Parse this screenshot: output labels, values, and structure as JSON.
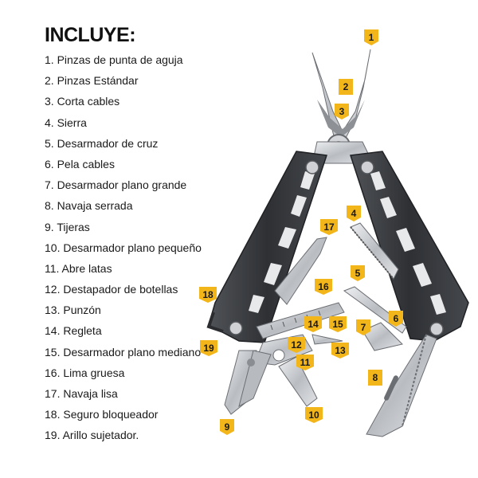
{
  "heading": "INCLUYE:",
  "items": [
    "1. Pinzas de punta de aguja",
    "2. Pinzas Estándar",
    "3. Corta cables",
    "4. Sierra",
    "5. Desarmador de cruz",
    "6. Pela cables",
    "7. Desarmador plano grande",
    "8. Navaja serrada",
    "9. Tijeras",
    "10. Desarmador plano pequeño",
    "11. Abre latas",
    "12. Destapador de botellas",
    "13. Punzón",
    "14. Regleta",
    "15. Desarmador plano mediano",
    "16. Lima gruesa",
    "17. Navaja lisa",
    "18. Seguro bloqueador",
    "19. Arillo sujetador."
  ],
  "callouts": [
    "1",
    "2",
    "3",
    "4",
    "5",
    "6",
    "7",
    "8",
    "9",
    "10",
    "11",
    "12",
    "13",
    "14",
    "15",
    "16",
    "17",
    "18",
    "19"
  ],
  "colors": {
    "callout": "#f2b51a",
    "handle": "#3a3c40",
    "steel": "#c9ccd0"
  }
}
